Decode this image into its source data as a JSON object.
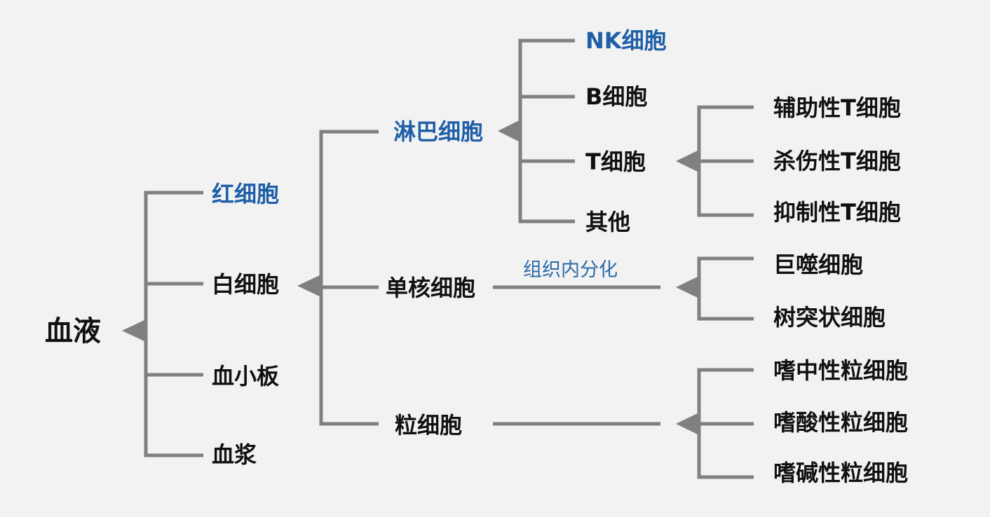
{
  "colors": {
    "line": "#808080",
    "text": "#111111",
    "highlight": "#1f5fa8",
    "annotation": "#2b6aa8",
    "background": "#f2f2f2"
  },
  "root": {
    "label": "血液"
  },
  "level1": {
    "red_cell": "红细胞",
    "white_cell": "白细胞",
    "platelet": "血小板",
    "plasma": "血浆"
  },
  "white_cell_types": {
    "lymphocyte": "淋巴细胞",
    "monocyte": "单核细胞",
    "granulocyte": "粒细胞"
  },
  "lymphocyte_types": {
    "nk": "NK细胞",
    "b": "B细胞",
    "t": "T细胞",
    "other": "其他"
  },
  "t_cell_types": {
    "helper": "辅助性T细胞",
    "killer": "杀伤性T细胞",
    "suppressor": "抑制性T细胞"
  },
  "monocyte_annotation": "组织内分化",
  "monocyte_types": {
    "macrophage": "巨噬细胞",
    "dendritic": "树突状细胞"
  },
  "granulocyte_types": {
    "neutrophil": "嗜中性粒细胞",
    "eosinophil": "嗜酸性粒细胞",
    "basophil": "嗜碱性粒细胞"
  }
}
